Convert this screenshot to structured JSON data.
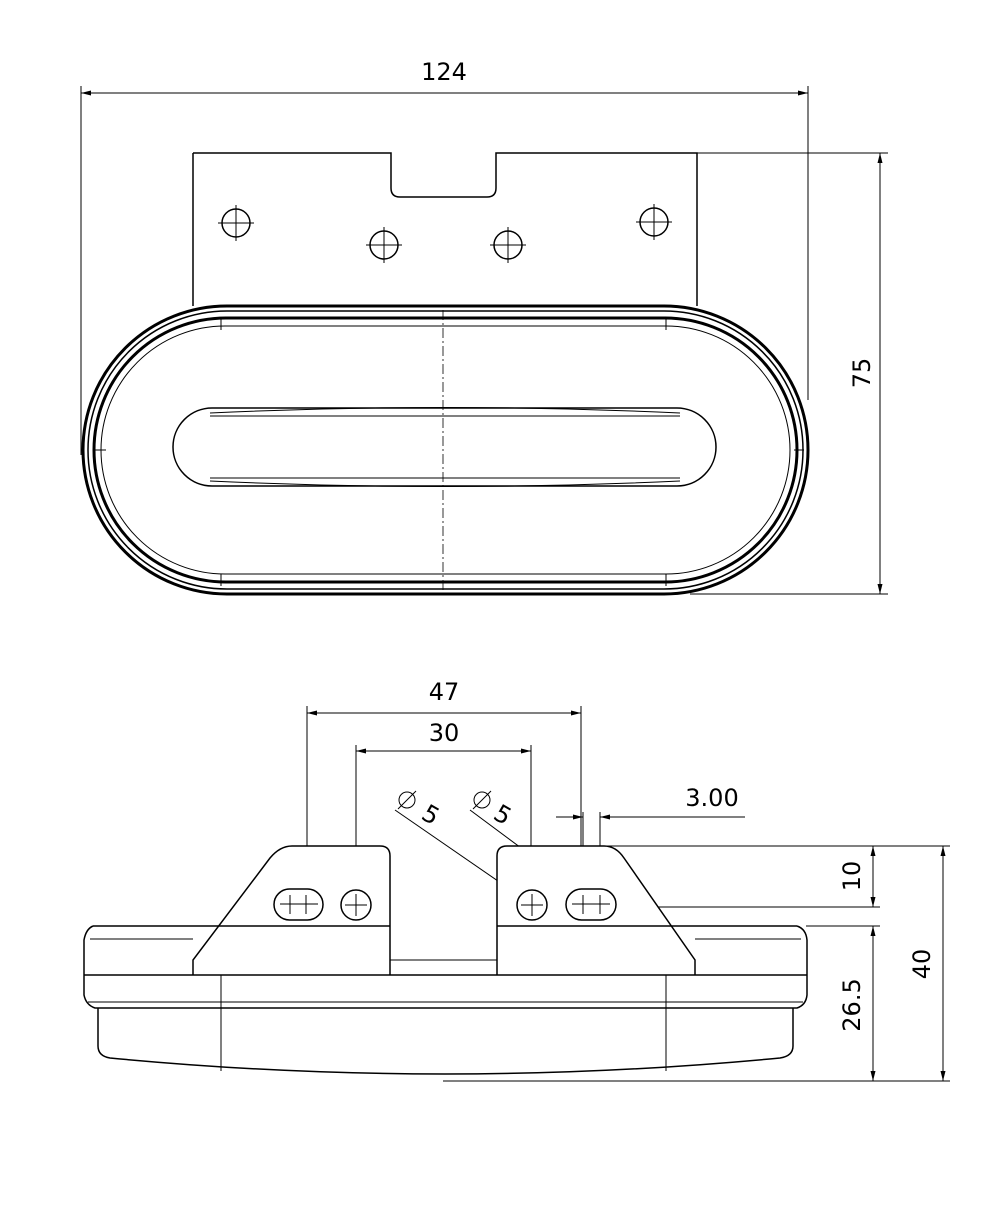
{
  "dimensions": {
    "total_width": "124",
    "total_height": "75",
    "hole_span_outer": "47",
    "hole_span_inner": "30",
    "hole_diameter_left": "5",
    "hole_diameter_right": "5",
    "slot_offset": "3.00",
    "bracket_height": "10",
    "body_height": "26.5",
    "overall_depth": "40"
  },
  "symbols": {
    "diameter": "⌀"
  },
  "colors": {
    "line": "#000000",
    "background": "#ffffff"
  }
}
